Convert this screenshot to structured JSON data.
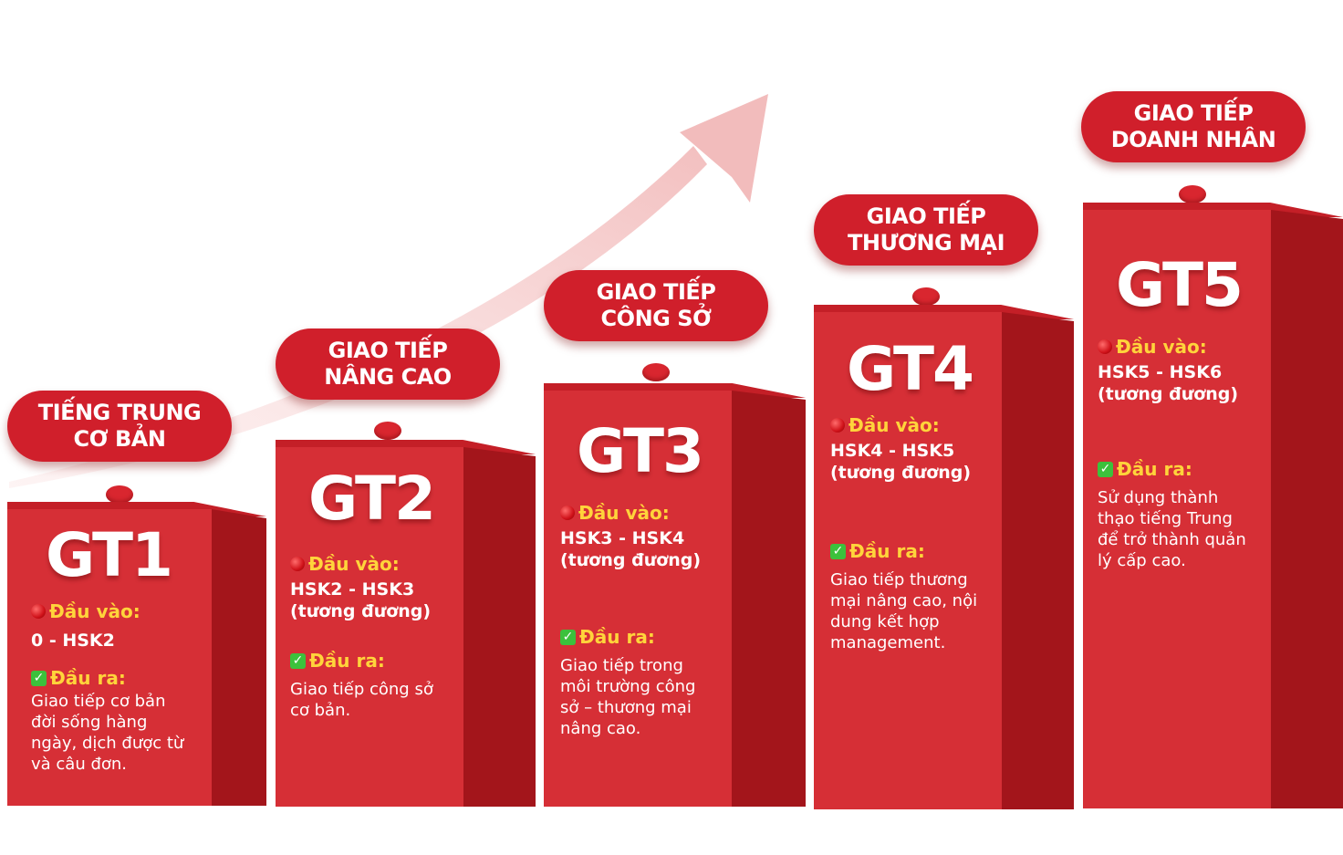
{
  "colors": {
    "pill": "#d01f2b",
    "box_front": "#d62f36",
    "box_side": "#a3151b",
    "label": "#ffd43b",
    "arrow": "#f4c6c6"
  },
  "levels": [
    {
      "pill_line1": "TIẾNG TRUNG",
      "pill_line2": "CƠ BẢN",
      "code": "GT1",
      "input_label": "Đầu vào:",
      "input_value": "0 - HSK2",
      "output_label": "Đầu ra:",
      "output_lines": [
        "Giao tiếp cơ bản",
        "đời sống hàng",
        "ngày, dịch được từ",
        "và câu đơn."
      ]
    },
    {
      "pill_line1": "GIAO TIẾP",
      "pill_line2": "NÂNG CAO",
      "code": "GT2",
      "input_label": "Đầu vào:",
      "input_value_line1": "HSK2 - HSK3",
      "input_value_line2": "(tương đương)",
      "output_label": "Đầu ra:",
      "output_lines": [
        "Giao tiếp công sở",
        "cơ bản."
      ]
    },
    {
      "pill_line1": "GIAO TIẾP",
      "pill_line2": "CÔNG SỞ",
      "code": "GT3",
      "input_label": "Đầu vào:",
      "input_value_line1": "HSK3 - HSK4",
      "input_value_line2": "(tương đương)",
      "output_label": "Đầu ra:",
      "output_lines": [
        "Giao tiếp trong",
        "môi trường công",
        "sở – thương mại",
        "nâng cao."
      ]
    },
    {
      "pill_line1": "GIAO TIẾP",
      "pill_line2": "THƯƠNG MẠI",
      "code": "GT4",
      "input_label": "Đầu vào:",
      "input_value_line1": "HSK4 - HSK5",
      "input_value_line2": "(tương đương)",
      "output_label": "Đầu ra:",
      "output_lines": [
        "Giao tiếp thương",
        "mại nâng cao, nội",
        "dung kết hợp",
        "management."
      ]
    },
    {
      "pill_line1": "GIAO TIẾP",
      "pill_line2": "DOANH NHÂN",
      "code": "GT5",
      "input_label": "Đầu vào:",
      "input_value_line1": "HSK5 - HSK6",
      "input_value_line2": "(tương đương)",
      "output_label": "Đầu ra:",
      "output_lines": [
        "Sử dụng thành",
        "thạo tiếng Trung",
        "để trở thành quản",
        "lý cấp cao."
      ]
    }
  ]
}
